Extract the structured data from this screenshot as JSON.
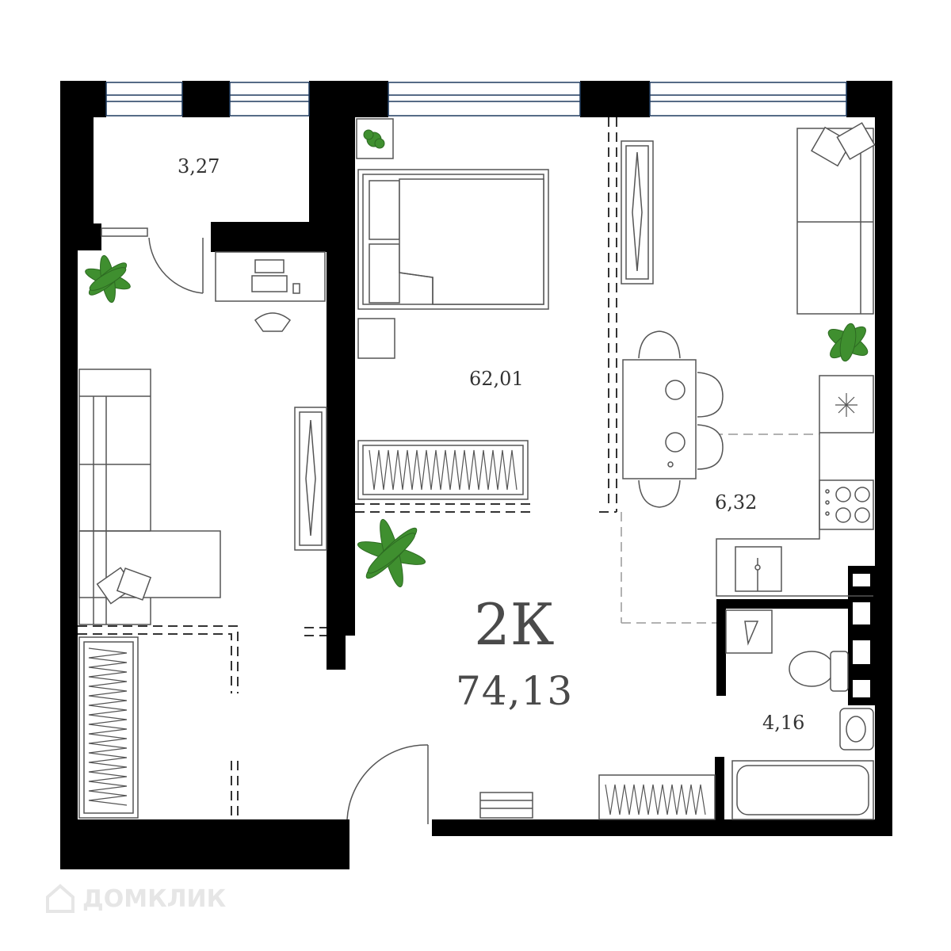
{
  "plan": {
    "type_label": "2К",
    "total_area": "74,13",
    "rooms": [
      {
        "id": "balcony",
        "area": "3,27"
      },
      {
        "id": "living",
        "area": "62,01"
      },
      {
        "id": "kitchen",
        "area": "6,32"
      },
      {
        "id": "bathroom",
        "area": "4,16"
      }
    ]
  },
  "watermark": {
    "text": "ДОМКЛИК"
  },
  "colors": {
    "wall": "#000000",
    "furniture_stroke": "#555555",
    "window": "#1e3a5f",
    "plant": "#3f8f2f",
    "text": "#333333",
    "watermark": "#e6e6e6"
  }
}
